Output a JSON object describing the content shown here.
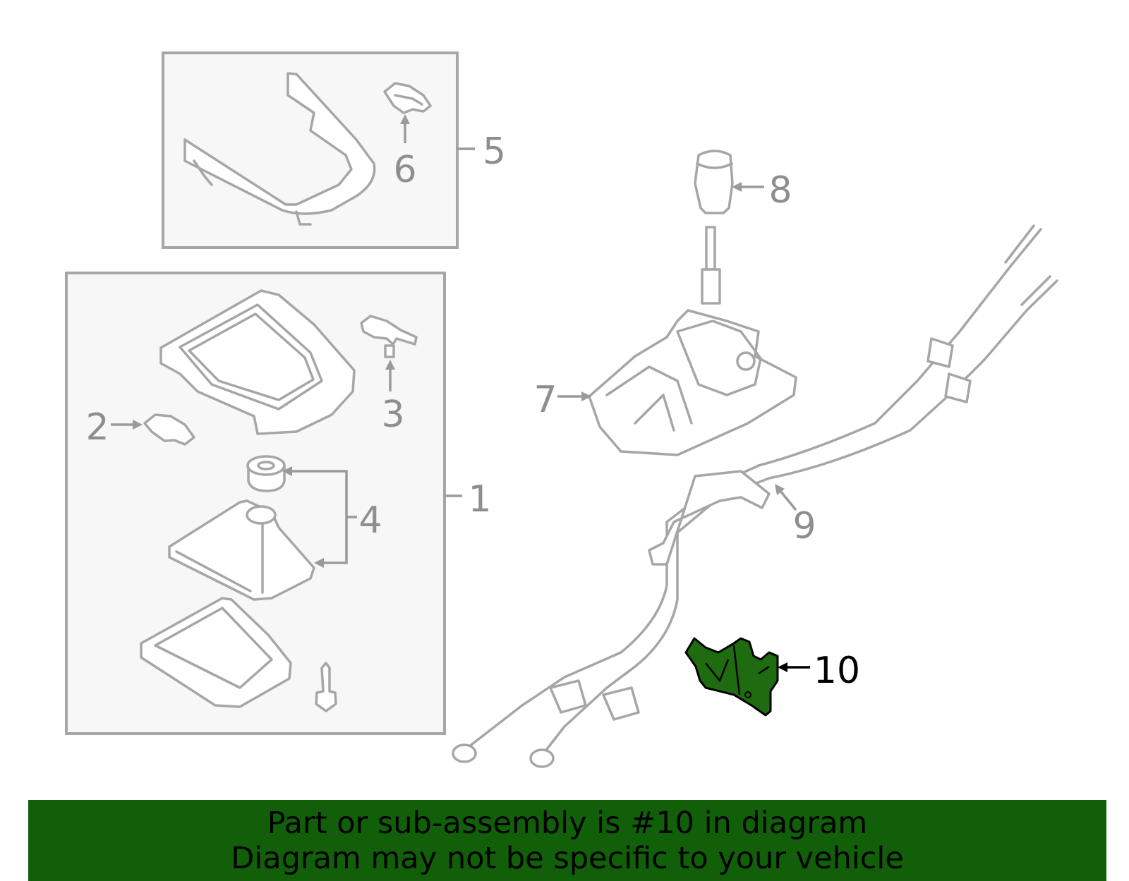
{
  "callouts": {
    "c1": "1",
    "c2": "2",
    "c3": "3",
    "c4": "4",
    "c5": "5",
    "c6": "6",
    "c7": "7",
    "c8": "8",
    "c9": "9",
    "c10": "10"
  },
  "highlighted_part": "10",
  "colors": {
    "highlight": "#1e6b10",
    "banner_bg": "#115f09",
    "line_art": "#a6a6a6",
    "callout_text": "#8e8e8e",
    "panel_bg": "#f7f7f7"
  },
  "banner": {
    "line1": "Part or sub-assembly is #10 in diagram",
    "line2": "Diagram may not be specific to your vehicle"
  }
}
